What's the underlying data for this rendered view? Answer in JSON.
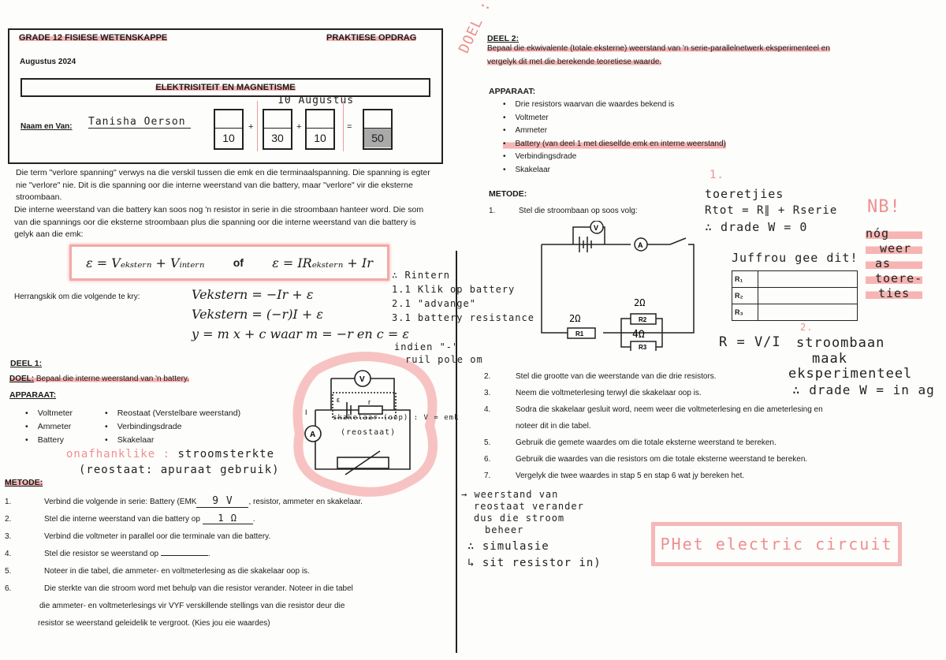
{
  "header": {
    "subject": "GRADE 12 FISIESE WETENSKAPPE",
    "task": "PRAKTIESE OPDRAG",
    "date": "Augustus 2024",
    "topic": "ELEKTRISITEIT EN MAGNETISME",
    "name_label": "Naam en Van:",
    "name_value": "Tanisha   Oerson",
    "date_handwritten": "10 Augustus",
    "scores": [
      "10",
      "30",
      "10",
      "50"
    ],
    "plus": "+",
    "equals": "="
  },
  "intro": {
    "p1": "Die term \"verlore spanning\" verwys na die verskil tussen die emk en die terminaalspanning.  Die spanning is egter nie \"verlore\" nie.  Dit is die spanning oor die interne weerstand van die battery, maar \"verlore\" vir die eksterne stroombaan.",
    "p2": "Die interne weerstand van die battery kan soos nog 'n resistor in serie in die stroombaan hanteer word.  Die som van die spannings oor die eksterne stroombaan plus die spanning oor die interne weerstand van die battery is gelyk aan die emk:",
    "formula1": "ε = Vₑₖₛₜₑᵣₙ + Vᵢₙₜₑᵣₙ",
    "formula_or": "of",
    "formula2": "ε = IRₑₖₛₜₑᵣₙ + Ir",
    "rearrange_label": "Herrangskik om die volgende te kry:",
    "eq1": "Vekstern = −Ir + ε",
    "eq2": "Vekstern = (−r)I + ε",
    "eq3": "y = m x + c waar m = −r en c = ε"
  },
  "part1": {
    "title": "DEEL 1:",
    "aim_label": "DOEL:",
    "aim": "Bepaal die interne weerstand van 'n battery.",
    "apparatus_label": "APPARAAT:",
    "apparatus_col1": [
      "Voltmeter",
      "Ammeter",
      "Battery"
    ],
    "apparatus_col2": [
      "Reostaat (Verstelbare weerstand)",
      "Verbindingsdrade",
      "Skakelaar"
    ],
    "note_label": "onafhanklike :",
    "note1": "stroomsterkte",
    "note2": "(reostaat: apuraat gebruik)",
    "method_label": "METODE:",
    "steps": [
      {
        "n": "1.",
        "pre": "Verbind die volgende in serie: Battery (EMK",
        "fill": "9 V",
        "post": ", resistor, ammeter en skakelaar."
      },
      {
        "n": "2.",
        "pre": "Stel die interne weerstand van die battery op",
        "fill": "1 Ω",
        "post": "."
      },
      {
        "n": "3.",
        "pre": "Verbind die voltmeter in parallel oor die terminale van die battery.",
        "fill": "",
        "post": ""
      },
      {
        "n": "4.",
        "pre": "Stel die resistor se weerstand op",
        "fill": "",
        "post": "."
      },
      {
        "n": "5.",
        "pre": "Noteer in die tabel, die ammeter- en voltmeterlesing as die skakelaar oop is.",
        "fill": "",
        "post": ""
      },
      {
        "n": "6.",
        "pre": "Die sterkte van die stroom word met behulp van die resistor verander. Noteer in die tabel",
        "fill": "",
        "post": ""
      }
    ],
    "step6_l2": "die ammeter- en voltmeterlesings vir VYF verskillende stellings van die resistor deur die",
    "step6_l3": "resistor se weerstand geleidelik te vergroot. (Kies jou eie waardes)",
    "circuit_labels": {
      "V": "V",
      "A": "A",
      "emf": "ε",
      "r": "r",
      "I": "I"
    },
    "annot_rintern": [
      "∴ Rintern",
      "1.1 Klik op battery",
      "2.1 \"advange\"",
      "3.1 battery resistance"
    ],
    "annot_poles": [
      "indien \"-\"",
      "ruil pole om"
    ],
    "annot_switch": "skakelaar (oop) : V = emk",
    "annot_rheo": "(reostaat)",
    "annot_rheo_note": [
      "→ weerstand van",
      "reostaat verander",
      "dus die stroom",
      "beheer",
      "∴ simulasie",
      "↳ sit resistor in)"
    ]
  },
  "part2": {
    "margin_note": "DOEL :",
    "title": "DEEL 2:",
    "aim_l1": "Bepaal die ekwivalente (totale eksterne) weerstand van 'n serie-parallelnetwerk eksperimenteel en",
    "aim_l2": "vergelyk dit met die berekende teoretiese waarde.",
    "apparatus_label": "APPARAAT:",
    "apparatus": [
      "Drie resistors waarvan die waardes bekend is",
      "Voltmeter",
      "Ammeter",
      "Battery (van deel 1 met dieselfde emk en interne weerstand)",
      "Verbindingsdrade",
      "Skakelaar"
    ],
    "method_label": "METODE:",
    "step1": "Stel die stroombaan op soos volg:",
    "circuit_labels": {
      "V": "V",
      "A": "A",
      "R1": "R1",
      "R2": "R2",
      "R3": "R3",
      "r1_val": "2Ω",
      "r2_val": "2Ω",
      "r3_val": "4Ω"
    },
    "table_rows": [
      "R₁",
      "R₂",
      "R₃"
    ],
    "steps": [
      {
        "n": "2.",
        "text": "Stel die grootte van die weerstande van die drie resistors."
      },
      {
        "n": "3.",
        "text": "Neem die voltmeterlesing terwyl die skakelaar oop is."
      },
      {
        "n": "4.",
        "text": "Sodra die skakelaar gesluit word, neem weer die voltmeterlesing en die ameterlesing en"
      },
      {
        "n": "5.",
        "text": "Gebruik die gemete waardes om die totale eksterne weerstand te bereken."
      },
      {
        "n": "6.",
        "text": "Gebruik die waardes van die resistors om die totale eksterne weerstand te bereken."
      },
      {
        "n": "7.",
        "text": "Vergelyk die twee waardes in stap 5 en stap 6 wat jy bereken het."
      }
    ],
    "step4_l2": "noteer dit in die tabel.",
    "annot_theory": [
      "1.",
      "toeretjies",
      "Rtot = R∥ + Rserie",
      "∴ drade  W = 0"
    ],
    "annot_nb": "NB!",
    "annot_teacher": "Juffrou gee dit!",
    "annot_side": [
      "nóg",
      "weer",
      "as",
      "toere-",
      "ties"
    ],
    "annot_exp": [
      "2.",
      "R = V/I",
      "stroombaan",
      "maak",
      "eksperimenteel",
      "∴ drade  W = in ag"
    ],
    "phet": "PHet electric circuit"
  },
  "colors": {
    "highlight": "#f07878",
    "pink_ink": "#ee8f8f",
    "ink": "#1a1a1a"
  }
}
